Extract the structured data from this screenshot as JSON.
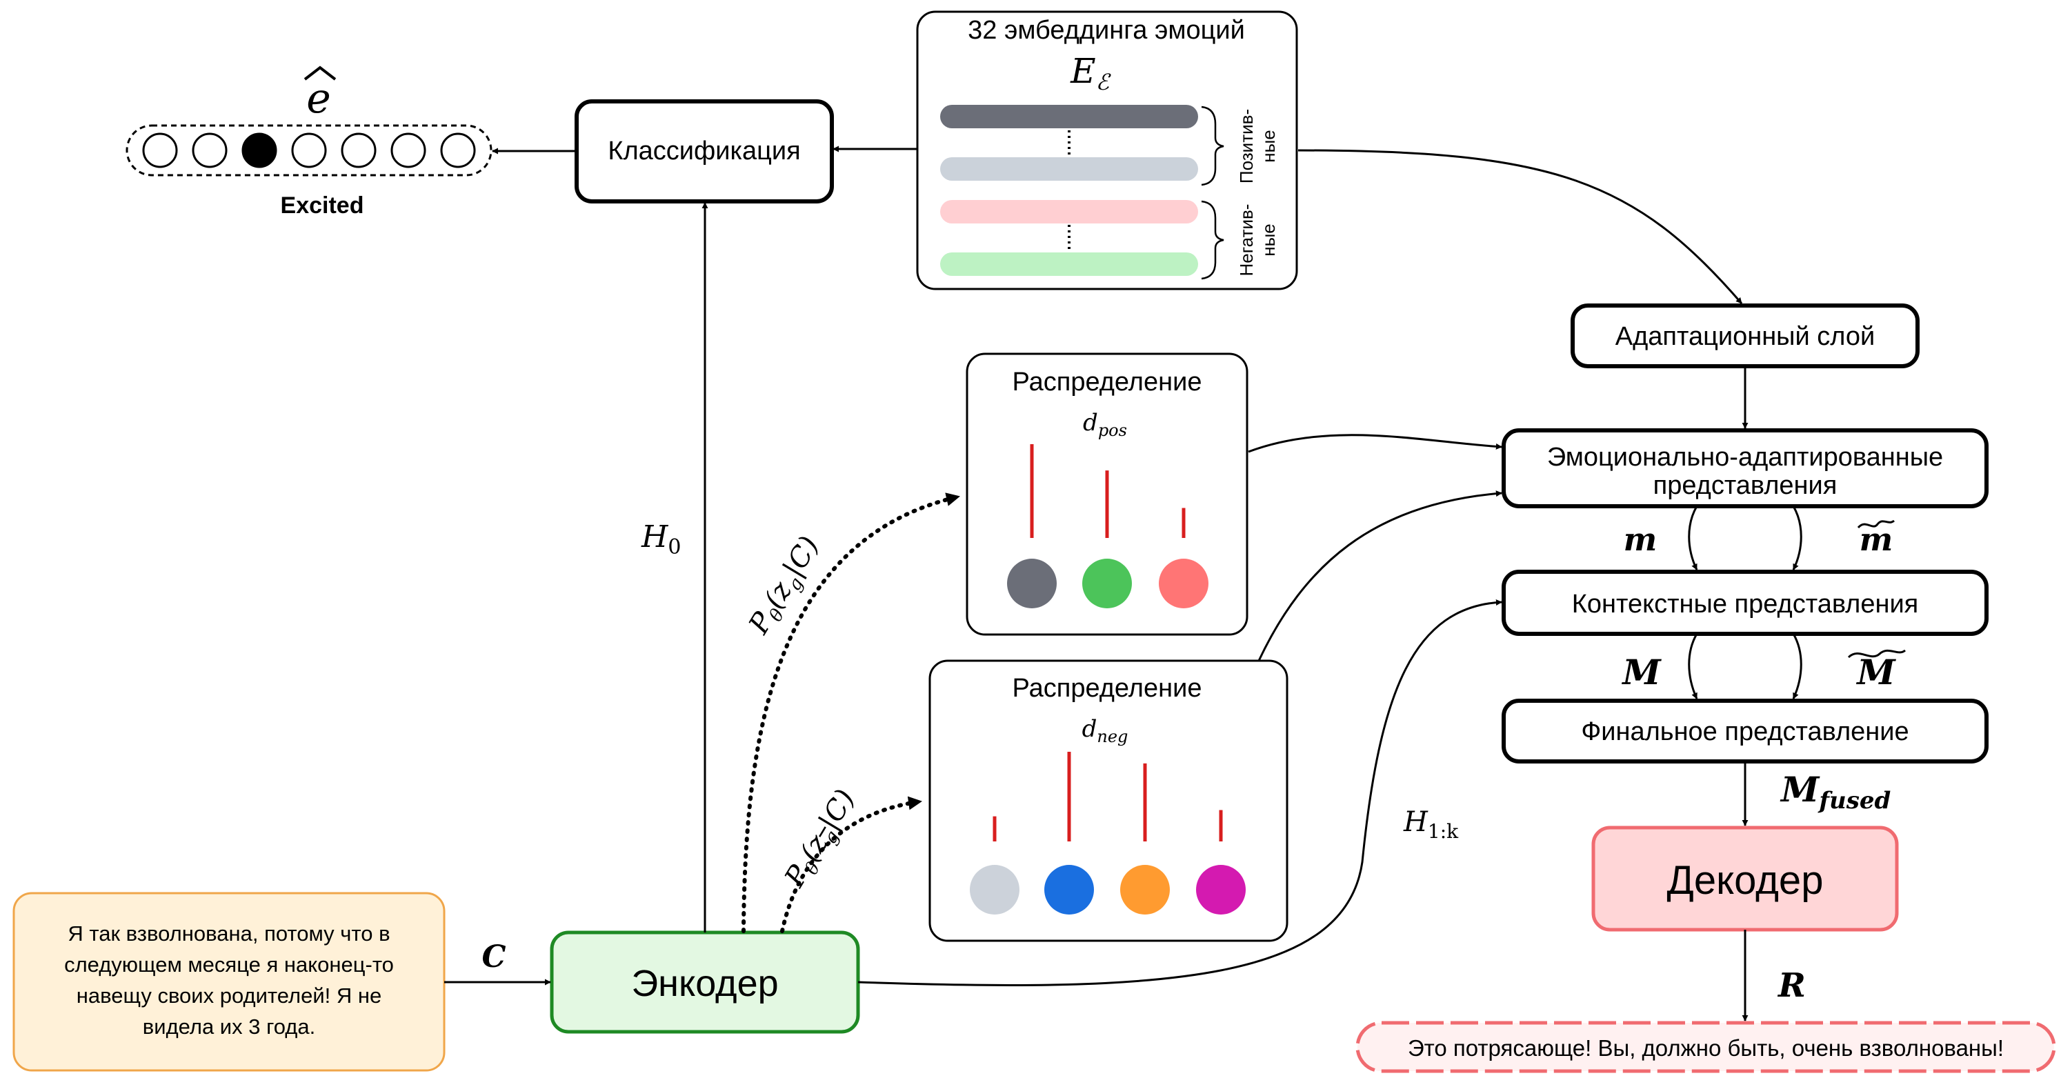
{
  "emotion_output": {
    "symbol": "e",
    "label": "Excited",
    "slots": 7,
    "selected_index": 2
  },
  "classification": {
    "label": "Классификация"
  },
  "embeddings": {
    "title": "32 эмбеддинга эмоций",
    "symbol": "E",
    "symbol_sub": "ℰ",
    "positive_label_1": "Позитив-",
    "positive_label_2": "ные",
    "negative_label_1": "Негатив-",
    "negative_label_2": "ные",
    "bar_colors": [
      "#6b6e78",
      "#cbd2da",
      "#ffcfd2",
      "#bdf2c3"
    ]
  },
  "adaptation": {
    "label": "Адаптационный слой"
  },
  "emo_repr": {
    "line1": "Эмоционально-адаптированные",
    "line2": "представления"
  },
  "ctx_repr": {
    "label": "Контекстные представления"
  },
  "final_repr": {
    "label": "Финальное представление"
  },
  "decoder": {
    "label": "Декодер"
  },
  "encoder": {
    "label": "Энкодер"
  },
  "response": {
    "text": "Это потрясающе! Вы, должно быть, очень взволнованы!"
  },
  "context": {
    "line1": "Я так взволнована, потому что в",
    "line2": "следующем месяце я наконец-то",
    "line3": "навещу своих родителей! Я не",
    "line4": "видела их 3 года."
  },
  "dist_pos": {
    "title": "Распределение",
    "symbol": "d",
    "sub": "pos",
    "bars": [
      1.0,
      0.72,
      0.32
    ],
    "colors": [
      "#6b6e78",
      "#4cc45a",
      "#ff7575"
    ]
  },
  "dist_neg": {
    "title": "Распределение",
    "symbol": "d",
    "sub": "neg",
    "bars": [
      0.28,
      1.0,
      0.87,
      0.35
    ],
    "colors": [
      "#ccd2da",
      "#1a6fe0",
      "#ff9b30",
      "#d41ab0"
    ]
  },
  "labels": {
    "H0": "H",
    "H0_sub": "0",
    "H1k": "H",
    "H1k_sub": "1:k",
    "C": "C",
    "m": "m",
    "m_tilde": "m",
    "M": "M",
    "M_tilde": "M",
    "M_fused": "M",
    "M_fused_sub": "fused",
    "R": "R",
    "p_pos": {
      "P": "P",
      "theta": "θ",
      "z": "z",
      "g": "g",
      "C": "C"
    },
    "p_neg": {
      "P": "P",
      "theta": "θ",
      "z": "z",
      "g": "g",
      "C": "C"
    }
  },
  "colors": {
    "encoder_fill": "#e3f8e2",
    "encoder_stroke": "#1e8a24",
    "decoder_fill": "#ffd6d7",
    "decoder_stroke": "#f06b70",
    "context_fill": "#fff1d8",
    "context_stroke": "#f0a64a",
    "response_fill": "#fff1f1",
    "response_stroke": "#f06b70",
    "bar_red": "#d81e1e"
  }
}
